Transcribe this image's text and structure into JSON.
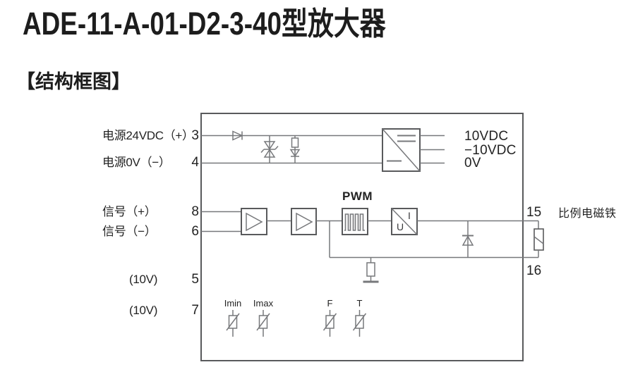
{
  "title": "ADE-11-A-01-D2-3-40型放大器",
  "section_heading": "【结构框图】",
  "left_terminals": {
    "power_plus": {
      "label": "电源24VDC（+）",
      "pin": "3"
    },
    "power_minus": {
      "label": "电源0V（−）",
      "pin": "4"
    },
    "signal_plus": {
      "label": "信号（+）",
      "pin": "8"
    },
    "signal_minus": {
      "label": "信号（−）",
      "pin": "6"
    },
    "ref_a": {
      "label": "(10V)",
      "pin": "5"
    },
    "ref_b": {
      "label": "(10V)",
      "pin": "7"
    }
  },
  "power_supply_outputs": {
    "v_plus": "10VDC",
    "v_minus": "−10VDC",
    "v_zero": "0V"
  },
  "blocks": {
    "pwm": "PWM",
    "iu_numerator": "I",
    "iu_denominator": "U"
  },
  "right_terminals": {
    "top_pin": "15",
    "bottom_pin": "16",
    "load_label": "比例电磁铁"
  },
  "potentiometers": [
    {
      "label": "Imin"
    },
    {
      "label": "Imax"
    },
    {
      "label": "F"
    },
    {
      "label": "T"
    }
  ],
  "colors": {
    "wire": "#77787b",
    "outline": "#595a5c",
    "text": "#232323",
    "background": "#ffffff"
  }
}
